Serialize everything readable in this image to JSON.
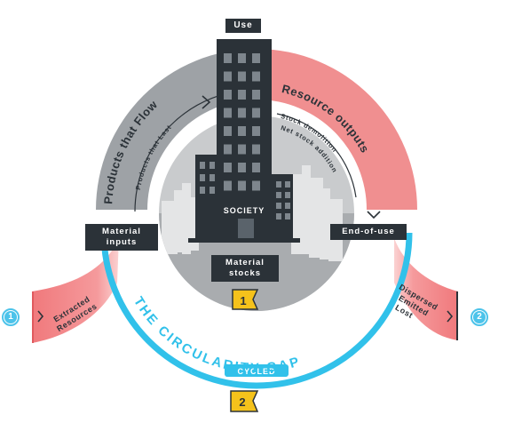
{
  "colors": {
    "flow_gray": "#9ea2a6",
    "output_pink": "#f08f90",
    "cycle_blue": "#31c1ea",
    "dark": "#2b3238",
    "marker_yellow": "#f5c21b",
    "badge_blue": "#4cc3ea"
  },
  "center": {
    "use_label": "Use",
    "society_label": "SOCIETY",
    "stocks_label": "Material stocks"
  },
  "flows": {
    "products_flow": "Products that Flow",
    "products_last": "Products that Last",
    "resource_outputs": "Resource outputs",
    "stock_demolition": "Stock demolition",
    "net_stock_addition": "Net stock addition",
    "material_inputs": "Material inputs",
    "end_of_use": "End-of-use",
    "circularity_gap": "THE CIRCULARITY GAP",
    "cycled": "CYCLED"
  },
  "sides": {
    "extracted_line1": "Extracted",
    "extracted_line2": "Resources",
    "dispersed": "Dispersed",
    "emitted": "Emitted",
    "lost": "Lost"
  },
  "markers": {
    "marker_1": "1",
    "marker_2": "2",
    "badge_1": "1",
    "badge_2": "2"
  },
  "icons": {
    "flow_arrow": "chevron-right-icon",
    "output_arrow": "chevron-down-icon",
    "left_arrow": "chevron-right-icon",
    "right_arrow": "chevron-right-icon"
  }
}
